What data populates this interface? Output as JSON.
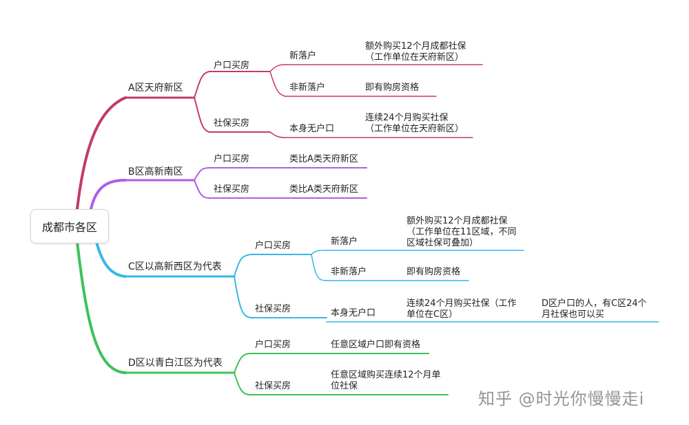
{
  "root": "成都市各区",
  "colors": {
    "a": "#c33a66",
    "b": "#ad5ee6",
    "c": "#35b8e6",
    "d": "#3cc25a"
  },
  "a": {
    "label": "A区天府新区",
    "hukou": "户口买房",
    "new_hukou": "新落户",
    "new_hukou_note_1": "额外购买12个月成都社保",
    "new_hukou_note_2": "（工作单位在天府新区）",
    "old_hukou": "非新落户",
    "old_hukou_note": "即有购房资格",
    "shebao": "社保买房",
    "no_hukou": "本身无户口",
    "no_hukou_note_1": "连续24个月购买社保",
    "no_hukou_note_2": "（工作单位在天府新区）"
  },
  "b": {
    "label": "B区高新南区",
    "hukou": "户口买房",
    "hukou_note": "类比A类天府新区",
    "shebao": "社保买房",
    "shebao_note": "类比A类天府新区"
  },
  "c": {
    "label": "C区以高新西区为代表",
    "hukou": "户口买房",
    "new_hukou": "新落户",
    "new_hukou_note_1": "额外购买12个月成都社保",
    "new_hukou_note_2": "（工作单位在11区域，不同",
    "new_hukou_note_3": "区域社保可叠加）",
    "old_hukou": "非新落户",
    "old_hukou_note": "即有购房资格",
    "shebao": "社保买房",
    "no_hukou": "本身无户口",
    "no_hukou_note_1": "连续24个月购买社保（工作",
    "no_hukou_note_2": "单位在C区）",
    "extra_note_1": "D区户口的人，有C区24个",
    "extra_note_2": "月社保也可以买"
  },
  "d": {
    "label": "D区以青白江区为代表",
    "hukou": "户口买房",
    "hukou_note": "任意区域户口即有资格",
    "shebao": "社保买房",
    "shebao_note_1": "任意区域购买连续12个月单",
    "shebao_note_2": "位社保"
  },
  "watermark": "知乎 @时光你慢慢走i"
}
